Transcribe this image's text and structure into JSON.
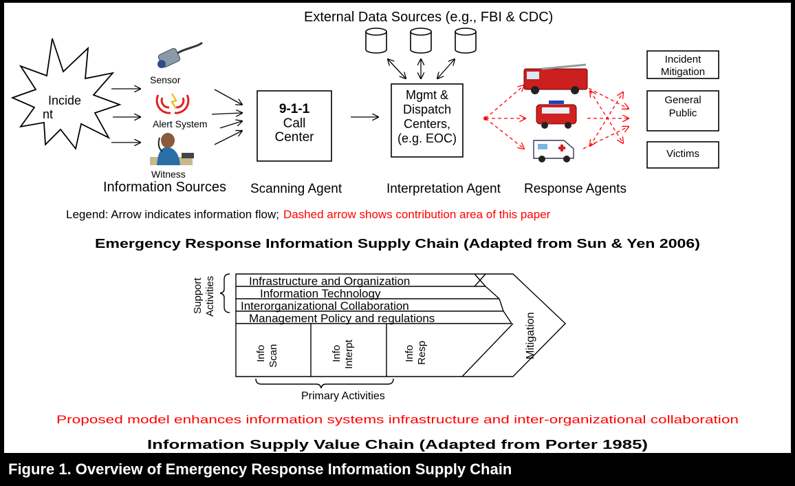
{
  "top_diagram": {
    "external_sources_label": "External Data Sources (e.g., FBI & CDC)",
    "incident_label_line1": "Incide",
    "incident_label_line2": "nt",
    "sensor_label": "Sensor",
    "alert_system_label": "Alert System",
    "witness_label": "Witness",
    "information_sources_label": "Information Sources",
    "call_center_line1": "9-1-1",
    "call_center_line2": "Call",
    "call_center_line3": "Center",
    "scanning_agent_label": "Scanning Agent",
    "dispatch_line1": "Mgmt &",
    "dispatch_line2": "Dispatch",
    "dispatch_line3": "Centers,",
    "dispatch_line4": "(e.g. EOC)",
    "interpretation_agent_label": "Interpretation Agent",
    "response_agents_label": "Response Agents",
    "incident_mitigation_line1": "Incident",
    "incident_mitigation_line2": "Mitigation",
    "general_public_line1": "General",
    "general_public_line2": "Public",
    "victims_label": "Victims",
    "legend_black": "Legend: Arrow indicates information flow;",
    "legend_red": "Dashed arrow shows contribution area of this paper",
    "title": "Emergency Response Information Supply Chain (Adapted from Sun & Yen 2006)"
  },
  "value_chain": {
    "support_activities_line1": "Support",
    "support_activities_line2": "Activities",
    "rows": [
      "Infrastructure and Organization",
      "Information Technology",
      "Interorganizational Collaboration",
      "Management Policy and regulations"
    ],
    "primary": [
      {
        "line1": "Info",
        "line2": "Scan"
      },
      {
        "line1": "Info",
        "line2": "Interpt"
      },
      {
        "line1": "Info",
        "line2": "Resp"
      }
    ],
    "mitigation_label": "Mitigation",
    "primary_activities_label": "Primary Activities",
    "proposed_note": "Proposed model enhances information systems infrastructure and inter-organizational collaboration",
    "title": "Information Supply Value Chain (Adapted from Porter 1985)"
  },
  "caption": "Figure 1. Overview of Emergency Response Information Supply Chain",
  "colors": {
    "accent_red": "#ff0000",
    "line": "#000000",
    "fire_truck": "#cc1f1f",
    "ambulance": "#ffffff",
    "witness_shirt": "#2a6ea8"
  },
  "icons": [
    "starburst-icon",
    "sensor-icon",
    "alert-signal-icon",
    "witness-icon",
    "database-icon",
    "fire-truck-icon",
    "police-car-icon",
    "ambulance-icon"
  ]
}
